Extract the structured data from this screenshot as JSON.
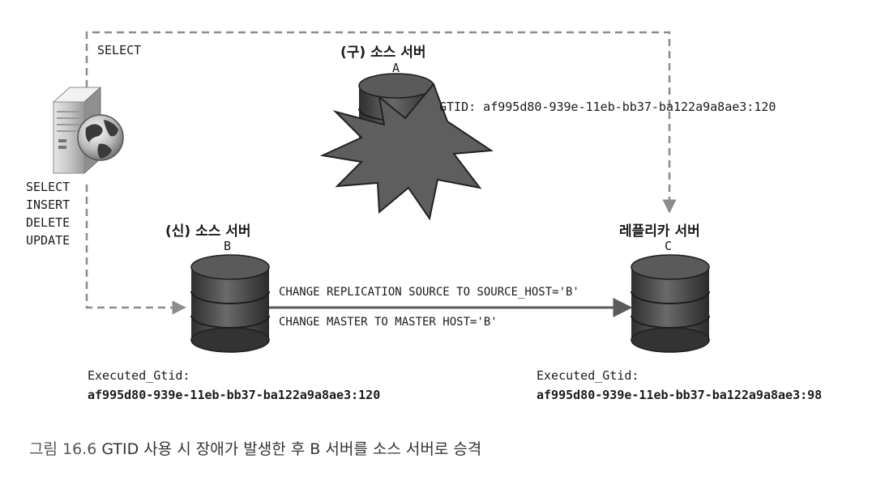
{
  "client": {
    "top_query": "SELECT",
    "queries": [
      "SELECT",
      "INSERT",
      "DELETE",
      "UPDATE"
    ]
  },
  "server_a": {
    "title": "(구) 소스 서버",
    "letter": "A",
    "gtid": "GTID: af995d80-939e-11eb-bb37-ba122a9a8ae3:120"
  },
  "server_b": {
    "title": "(신) 소스 서버",
    "letter": "B",
    "executed_label": "Executed_Gtid:",
    "executed_value": "af995d80-939e-11eb-bb37-ba122a9a8ae3:120"
  },
  "server_c": {
    "title": "레플리카 서버",
    "letter": "C",
    "executed_label": "Executed_Gtid:",
    "executed_value": "af995d80-939e-11eb-bb37-ba122a9a8ae3:98"
  },
  "commands": {
    "line1": "CHANGE REPLICATION SOURCE TO SOURCE_HOST='B'",
    "line2": "CHANGE MASTER TO MASTER HOST='B'"
  },
  "caption": {
    "prefix": "그림 16.6",
    "text": "GTID 사용 시 장애가 발생한 후 B 서버를 소스 서버로 승격"
  },
  "colors": {
    "dashed_line": "#8c8c8c",
    "db_body": "#4a4a4a",
    "explosion": "#5e5e5e"
  }
}
